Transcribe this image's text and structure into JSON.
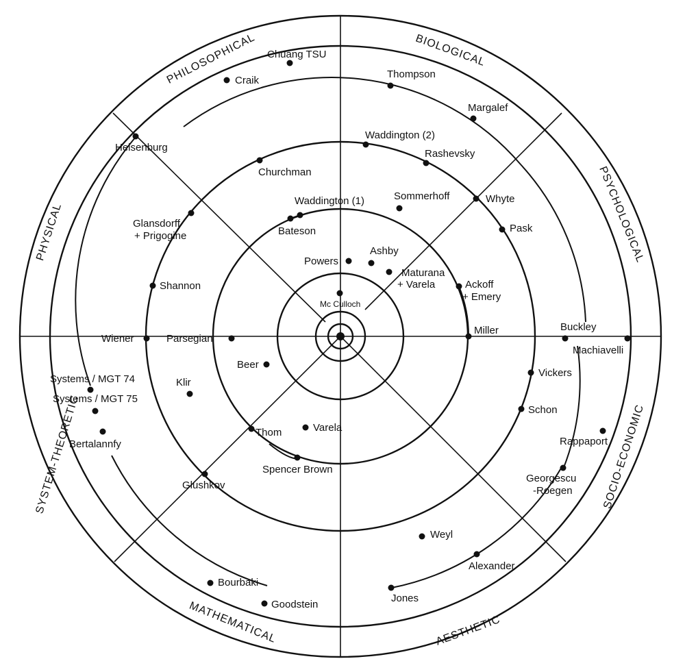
{
  "sectors": [
    {
      "id": "philosophical",
      "label": "PHILOSOPHICAL"
    },
    {
      "id": "biological",
      "label": "BIOLOGICAL"
    },
    {
      "id": "psychological",
      "label": "PSYCHOLOGICAL"
    },
    {
      "id": "socio-economic",
      "label": "SOCIO-ECONOMIC"
    },
    {
      "id": "aesthetic",
      "label": "AESTHETIC"
    },
    {
      "id": "mathematical",
      "label": "MATHEMATICAL"
    },
    {
      "id": "system-theoretic",
      "label": "SYSTEM-THEORETIC"
    },
    {
      "id": "physical",
      "label": "PHYSICAL"
    }
  ],
  "nodes": [
    {
      "id": "chuang-tsu",
      "label": "Chuang TSU"
    },
    {
      "id": "craik",
      "label": "Craik"
    },
    {
      "id": "thompson",
      "label": "Thompson"
    },
    {
      "id": "margalef",
      "label": "Margalef"
    },
    {
      "id": "heisenburg",
      "label": "Heisenburg"
    },
    {
      "id": "waddington-2",
      "label": "Waddington (2)"
    },
    {
      "id": "rashevsky",
      "label": "Rashevsky"
    },
    {
      "id": "churchman",
      "label": "Churchman"
    },
    {
      "id": "sommerhoff",
      "label": "Sommerhoff"
    },
    {
      "id": "whyte",
      "label": "Whyte"
    },
    {
      "id": "waddington-1",
      "label": "Waddington (1)"
    },
    {
      "id": "glansdorff-prigogine",
      "label": "Glansdorff",
      "label2": "+ Prigogine"
    },
    {
      "id": "bateson",
      "label": "Bateson"
    },
    {
      "id": "pask",
      "label": "Pask"
    },
    {
      "id": "ashby",
      "label": "Ashby"
    },
    {
      "id": "powers",
      "label": "Powers"
    },
    {
      "id": "maturana-varela",
      "label": "Maturana",
      "label2": "+ Varela"
    },
    {
      "id": "ackoff-emery",
      "label": "Ackoff",
      "label2": "+ Emery"
    },
    {
      "id": "shannon",
      "label": "Shannon"
    },
    {
      "id": "mcculloch",
      "label": "Mc Culloch"
    },
    {
      "id": "wiener",
      "label": "Wiener"
    },
    {
      "id": "parsegian",
      "label": "Parsegian"
    },
    {
      "id": "miller",
      "label": "Miller"
    },
    {
      "id": "buckley",
      "label": "Buckley"
    },
    {
      "id": "machiavelli",
      "label": "Machiavelli"
    },
    {
      "id": "beer",
      "label": "Beer"
    },
    {
      "id": "systems-mgt-74",
      "label": "Systems / MGT 74"
    },
    {
      "id": "vickers",
      "label": "Vickers"
    },
    {
      "id": "klir",
      "label": "Klir"
    },
    {
      "id": "systems-mgt-75",
      "label": "Systems / MGT 75"
    },
    {
      "id": "schon",
      "label": "Schon"
    },
    {
      "id": "bertalannfy",
      "label": "Bertalannfy"
    },
    {
      "id": "thom",
      "label": "Thom"
    },
    {
      "id": "varela",
      "label": "Varela"
    },
    {
      "id": "rappaport",
      "label": "Rappaport"
    },
    {
      "id": "spencer-brown",
      "label": "Spencer Brown"
    },
    {
      "id": "glushkov",
      "label": "Glushkov"
    },
    {
      "id": "georgescu-roegen",
      "label": "Georgescu",
      "label2": "-Roegen"
    },
    {
      "id": "weyl",
      "label": "Weyl"
    },
    {
      "id": "alexander",
      "label": "Alexander"
    },
    {
      "id": "bourbaki",
      "label": "Bourbaki"
    },
    {
      "id": "jones",
      "label": "Jones"
    },
    {
      "id": "goodstein",
      "label": "Goodstein"
    }
  ]
}
